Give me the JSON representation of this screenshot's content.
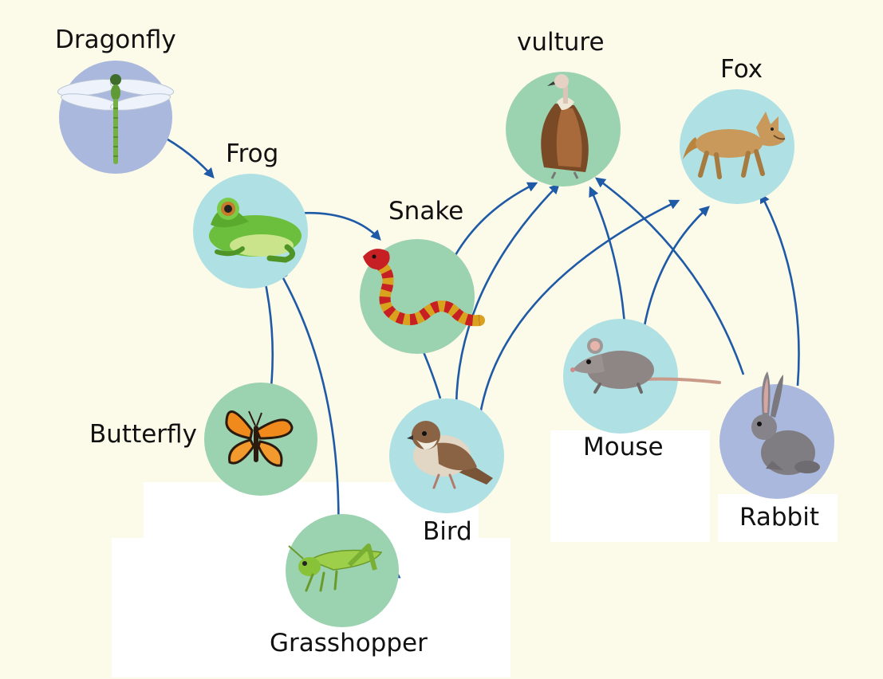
{
  "organisms": {
    "dragonfly": {
      "label": "Dragonfly",
      "icon": "dragonfly-icon",
      "circle_color": "#a9b8dc"
    },
    "frog": {
      "label": "Frog",
      "icon": "frog-icon",
      "circle_color": "#aee0e4"
    },
    "snake": {
      "label": "Snake",
      "icon": "snake-icon",
      "circle_color": "#9bd2b0"
    },
    "vulture": {
      "label": "vulture",
      "icon": "vulture-icon",
      "circle_color": "#9bd2b0"
    },
    "fox": {
      "label": "Fox",
      "icon": "fox-icon",
      "circle_color": "#aee0e4"
    },
    "butterfly": {
      "label": "Butterfly",
      "icon": "butterfly-icon",
      "circle_color": "#9bd2b0"
    },
    "bird": {
      "label": "Bird",
      "icon": "bird-icon",
      "circle_color": "#aee0e4"
    },
    "mouse": {
      "label": "Mouse",
      "icon": "mouse-icon",
      "circle_color": "#aee0e4"
    },
    "rabbit": {
      "label": "Rabbit",
      "icon": "rabbit-icon",
      "circle_color": "#a9b8dc"
    },
    "grasshopper": {
      "label": "Grasshopper",
      "icon": "grasshopper-icon",
      "circle_color": "#9bd2b0"
    }
  },
  "arrow_color": "#1f5aa6",
  "edges": [
    {
      "from": "dragonfly",
      "to": "frog"
    },
    {
      "from": "frog",
      "to": "snake"
    },
    {
      "from": "butterfly",
      "to": "frog"
    },
    {
      "from": "grasshopper",
      "to": "frog"
    },
    {
      "from": "grasshopper",
      "to": "bird"
    },
    {
      "from": "bird",
      "to": "snake"
    },
    {
      "from": "snake",
      "to": "vulture"
    },
    {
      "from": "bird",
      "to": "vulture"
    },
    {
      "from": "bird",
      "to": "fox"
    },
    {
      "from": "mouse",
      "to": "vulture"
    },
    {
      "from": "mouse",
      "to": "fox"
    },
    {
      "from": "rabbit",
      "to": "vulture"
    },
    {
      "from": "rabbit",
      "to": "fox"
    }
  ]
}
